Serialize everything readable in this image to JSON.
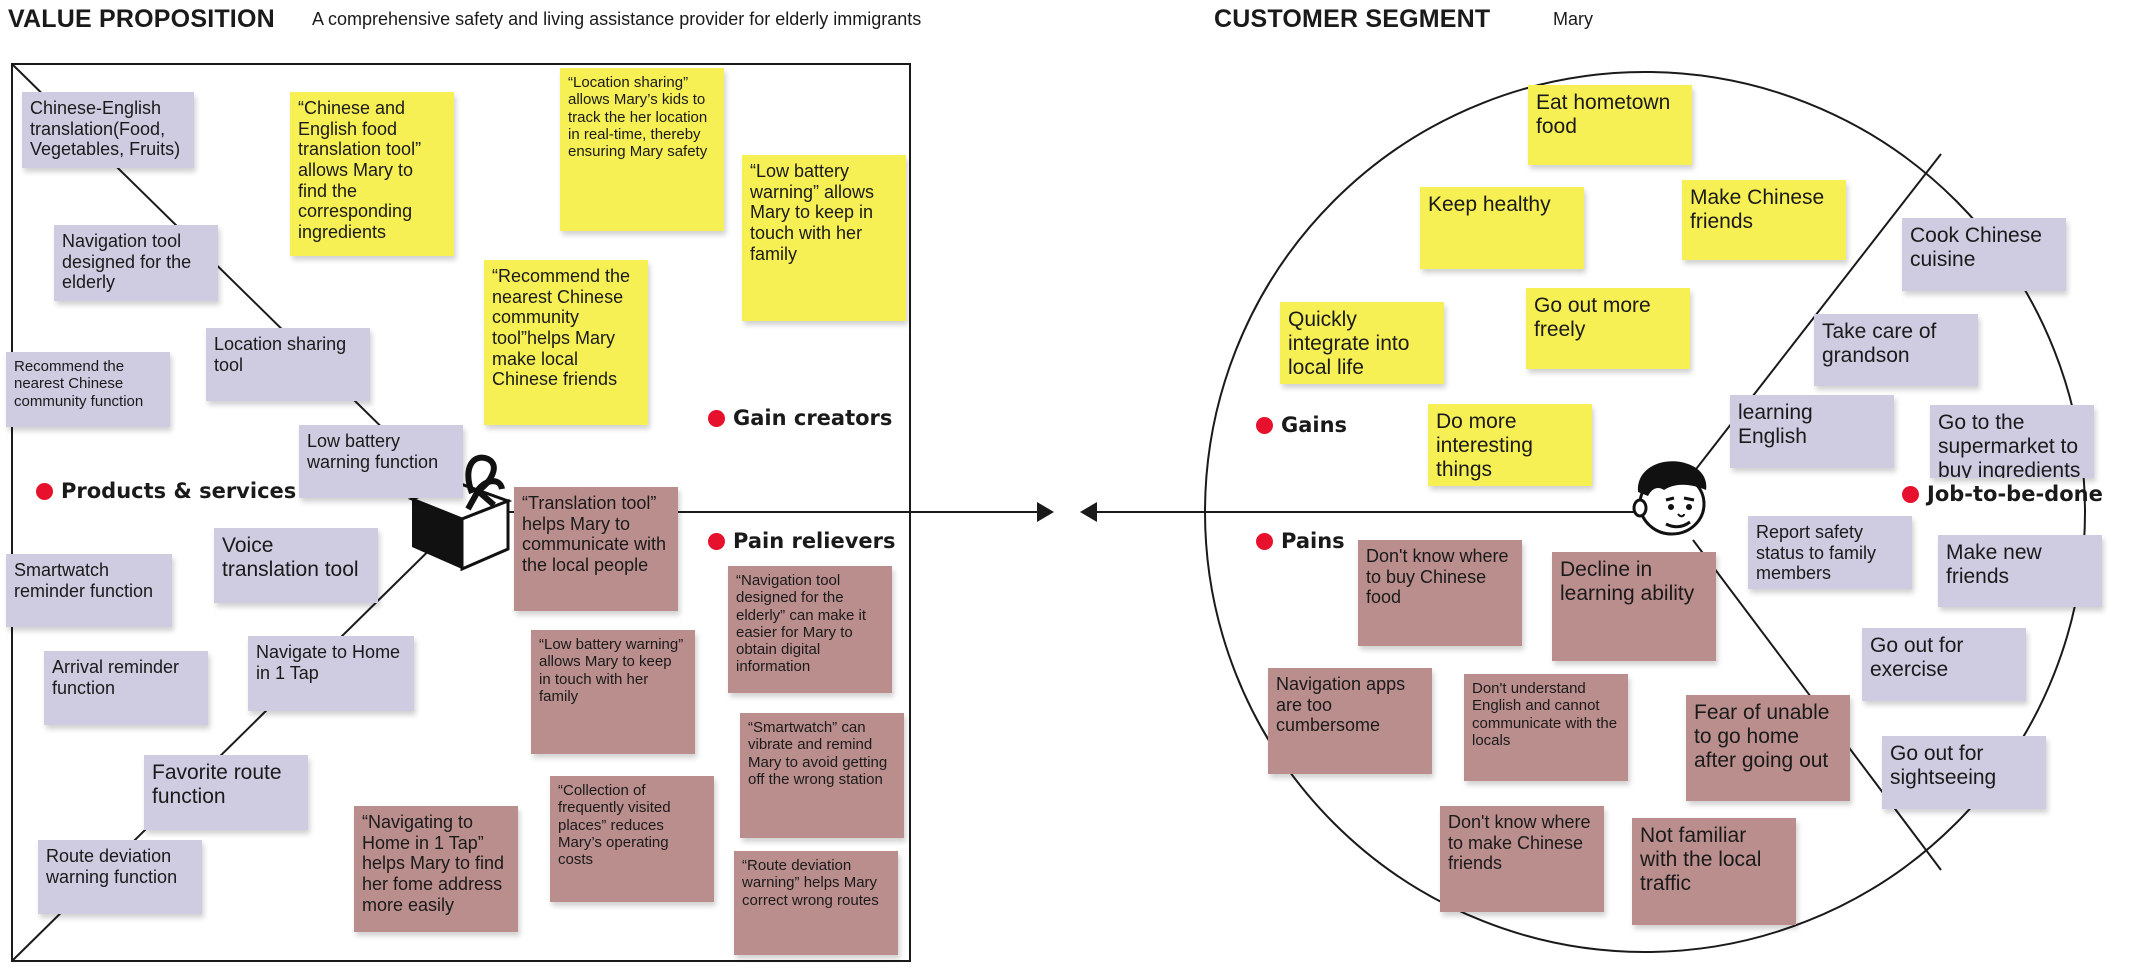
{
  "header": {
    "vp_title": "VALUE PROPOSITION",
    "vp_subtitle": "A comprehensive safety and living assistance provider for elderly immigrants",
    "cs_title": "CUSTOMER SEGMENT",
    "cs_subtitle": "Mary"
  },
  "colors": {
    "yellow": "#f7f055",
    "lavender": "#cfcbe1",
    "rose": "#bb8e8e",
    "accent_red": "#e8112d",
    "line": "#1a1a1a"
  },
  "icons": {
    "gift_box": "gift-box-icon",
    "person": "person-face-icon",
    "arrow_right": "arrow-right-icon",
    "arrow_left": "arrow-left-icon"
  },
  "labels": {
    "products_services": "Products & services",
    "gain_creators": "Gain creators",
    "pain_relievers": "Pain relievers",
    "gains": "Gains",
    "pains": "Pains",
    "job_to_be_done": "Job-to-be-done"
  },
  "products_services": [
    "Chinese-English translation(Food, Vegetables, Fruits)",
    "Navigation tool designed for the elderly",
    "Location sharing tool",
    "Recommend the nearest Chinese community function",
    "Low battery warning function",
    "Voice translation tool",
    "Smartwatch reminder function",
    "Navigate to Home in 1 Tap",
    "Arrival reminder function",
    "Favorite route function",
    "Route deviation warning function"
  ],
  "gain_creators": [
    "“Chinese and English food translation tool” allows Mary to find the corresponding ingredients",
    "“Location sharing” allows  Mary’s kids to track the her location in real-time, thereby ensuring Mary safety",
    "“Low battery warning” allows Mary to keep in touch with her family",
    "“Recommend the nearest Chinese community tool”helps Mary make local Chinese friends"
  ],
  "pain_relievers": [
    "“Translation tool” helps Mary to communicate with the local people",
    "“Navigation tool designed for the elderly” can make it easier for Mary to obtain digital information",
    "“Low battery warning” allows Mary to keep in touch with her family",
    "“Smartwatch” can vibrate and remind Mary to avoid getting off the wrong station",
    "“Collection of frequently visited places” reduces Mary’s operating costs",
    "“Navigating to Home in 1 Tap” helps Mary to find her fome address more easily",
    "“Route deviation warning” helps Mary correct wrong routes"
  ],
  "gains": [
    "Eat hometown food",
    "Keep healthy",
    "Make Chinese friends",
    "Quickly integrate into local life",
    "Go out more freely",
    "Do more interesting things"
  ],
  "pains": [
    "Don't know where to buy Chinese food",
    "Decline in learning ability",
    "Navigation apps are too cumbersome",
    "Don't understand English and cannot communicate with the locals",
    "Fear of unable to go home after going out",
    "Don't know where to make Chinese friends",
    "Not familiar with the local traffic"
  ],
  "jobs": [
    "Cook Chinese cuisine",
    "Take care of grandson",
    "learning English",
    "Go to the supermarket to buy ingredients",
    "Report safety status to family members",
    "Make new friends",
    "Go out for exercise",
    "Go out for sightseeing"
  ]
}
